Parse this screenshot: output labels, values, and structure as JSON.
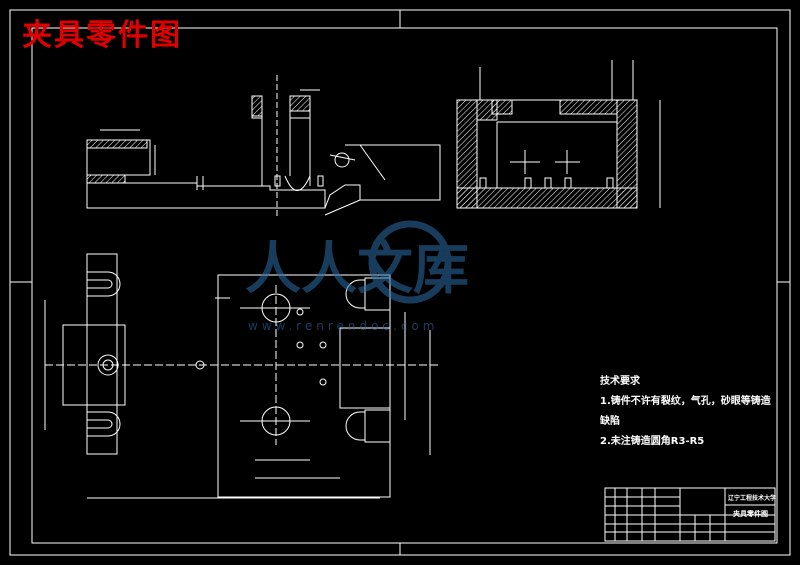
{
  "banner_title": "夹具零件图",
  "technical_requirements": {
    "heading": "技术要求",
    "items": [
      "1.铸件不许有裂纹，气孔，砂眼等铸造",
      "缺陷",
      "2.未注铸造圆角R3-R5"
    ]
  },
  "title_block": {
    "organization": "辽宁工程技术大学",
    "drawing_name": "夹具零件图"
  },
  "watermark": {
    "brand": "人人文库",
    "url": "www.renrendoc.com"
  },
  "colors": {
    "background": "#000000",
    "lines": "#ffffff",
    "banner": "#e00000",
    "watermark": "#2a6ea8"
  }
}
